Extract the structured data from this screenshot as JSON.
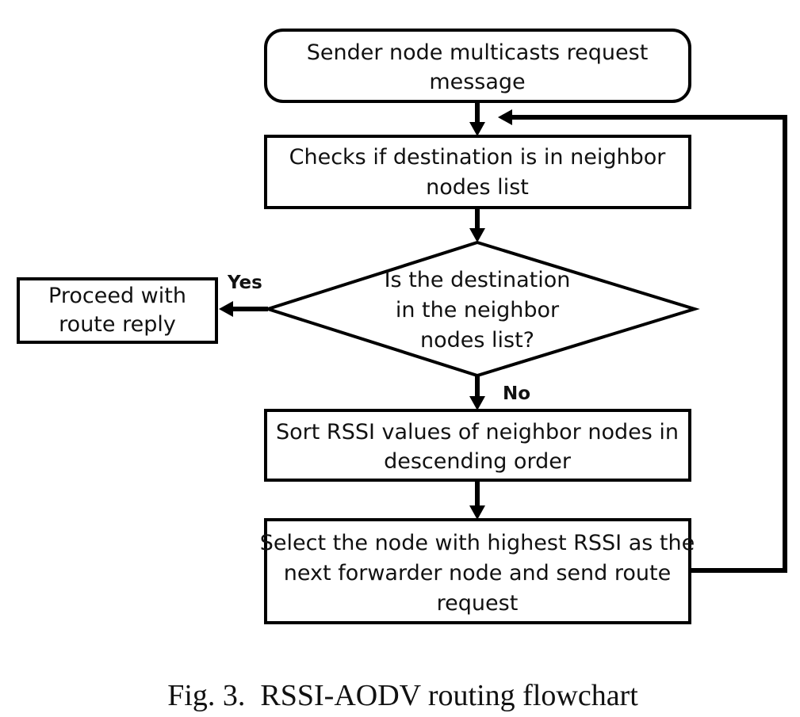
{
  "nodes": {
    "start": {
      "lines": [
        "Sender node multicasts request",
        "message"
      ]
    },
    "check": {
      "lines": [
        "Checks if destination is in neighbor",
        "nodes list"
      ]
    },
    "decision": {
      "lines": [
        "Is the destination",
        "in the neighbor",
        "nodes list?"
      ]
    },
    "reply": {
      "lines": [
        "Proceed with",
        "route reply"
      ]
    },
    "sort": {
      "lines": [
        "Sort RSSI values of neighbor nodes in",
        "descending order"
      ]
    },
    "select": {
      "lines": [
        "Select the node with highest RSSI as the",
        "next forwarder node and send route",
        "request"
      ]
    }
  },
  "edge_labels": {
    "yes": "Yes",
    "no": "No"
  },
  "caption": "Fig. 3.  RSSI-AODV routing flowchart"
}
